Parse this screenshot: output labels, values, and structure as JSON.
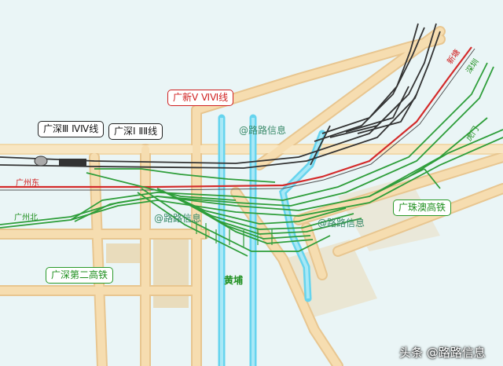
{
  "labels": {
    "line_gs34": "广深Ⅲ ⅣⅣ线",
    "line_gs12": "广深Ⅰ ⅡⅡ线",
    "line_gx56": "广新Ⅴ ⅥⅥ线",
    "line_gzm": "广珠澳高铁",
    "line_gs2": "广深第二高铁",
    "station_east": "广州东",
    "station_north": "广州北",
    "to_xintang": "新塘",
    "to_shenzhen": "深圳",
    "to_humen": "虎门",
    "district": "黄埔",
    "watermark1": "@路路信息",
    "watermark2": "@路路信息",
    "watermark3": "@路路信息",
    "footer": "头条 @路路信息"
  },
  "colors": {
    "background": "#eaf5f6",
    "road": "#f6ddb0",
    "road_edge": "#e8c690",
    "river": "#66d4ee",
    "black_line": "#333333",
    "red_line": "#d42a2a",
    "green_line": "#2e9e3a",
    "block": "#e9dcbc"
  }
}
